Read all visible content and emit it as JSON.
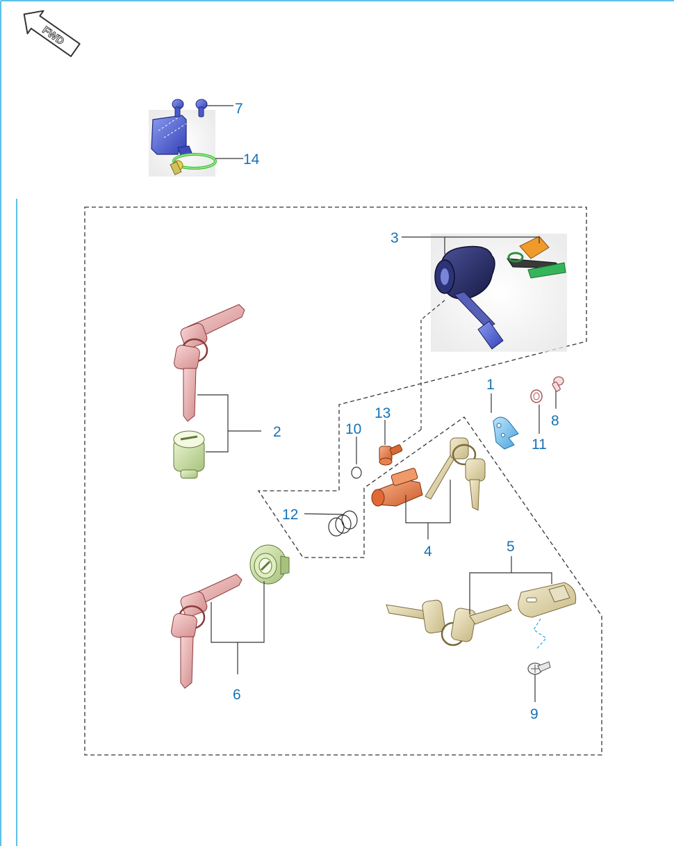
{
  "orientation_badge": {
    "label": "FWD",
    "icon": "fwd-arrow-icon"
  },
  "colors": {
    "frame": "#5bc0e8",
    "callout": "#1672b4",
    "leader": "#333333"
  },
  "callouts": {
    "c1": "1",
    "c2": "2",
    "c3": "3",
    "c4": "4",
    "c5": "5",
    "c6": "6",
    "c7": "7",
    "c8": "8",
    "c9": "9",
    "c10": "10",
    "c11": "11",
    "c12": "12",
    "c13": "13",
    "c14": "14"
  }
}
